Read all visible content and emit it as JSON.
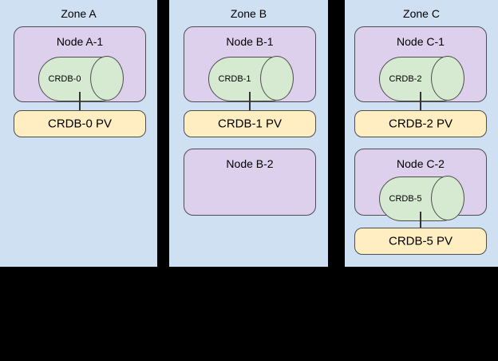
{
  "diagram": {
    "background_color": "#000000",
    "zone_color": "#cfe0f3",
    "node_color": "#ddd0ec",
    "database_color": "#d5ead0",
    "volume_color": "#ffeec2",
    "border_color": "#4d4d4d"
  },
  "zones": [
    {
      "id": "zone-a",
      "title": "Zone A",
      "nodes": [
        {
          "id": "node-a-1",
          "title": "Node A-1",
          "database": {
            "label": "CRDB-0"
          },
          "volume": {
            "label": "CRDB-0 PV"
          }
        }
      ]
    },
    {
      "id": "zone-b",
      "title": "Zone B",
      "nodes": [
        {
          "id": "node-b-1",
          "title": "Node B-1",
          "database": {
            "label": "CRDB-1"
          },
          "volume": {
            "label": "CRDB-1 PV"
          }
        },
        {
          "id": "node-b-2",
          "title": "Node B-2",
          "database": null,
          "volume": null
        }
      ]
    },
    {
      "id": "zone-c",
      "title": "Zone C",
      "nodes": [
        {
          "id": "node-c-1",
          "title": "Node C-1",
          "database": {
            "label": "CRDB-2"
          },
          "volume": {
            "label": "CRDB-2 PV"
          }
        },
        {
          "id": "node-c-2",
          "title": "Node C-2",
          "database": {
            "label": "CRDB-5"
          },
          "volume": {
            "label": "CRDB-5 PV"
          }
        }
      ]
    }
  ]
}
